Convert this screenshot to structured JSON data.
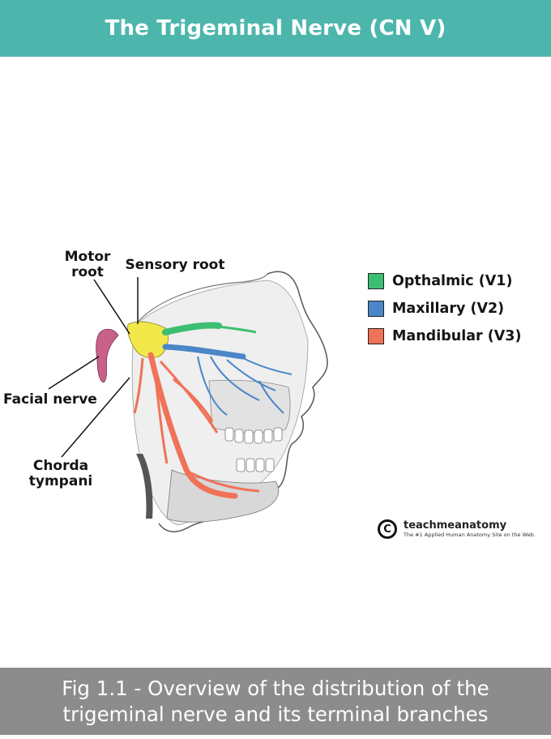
{
  "header": {
    "title": "The Trigeminal Nerve (CN V)"
  },
  "labels": {
    "motor_root": "Motor root",
    "sensory_root": "Sensory root",
    "facial_nerve": "Facial nerve",
    "chorda_tympani": "Chorda tympani"
  },
  "legend": [
    {
      "label": "Opthalmic (V1)",
      "color": "#3dbf73"
    },
    {
      "label": "Maxillary (V2)",
      "color": "#4a86c8"
    },
    {
      "label": "Mandibular (V3)",
      "color": "#f07258"
    }
  ],
  "branding": {
    "name": "teachmeanatomy",
    "tagline": "The #1 Applied Human Anatomy Site on the Web."
  },
  "caption": {
    "line1": "Fig 1.1 - Overview of the distribution of the",
    "line2": "trigeminal nerve and its terminal branches"
  },
  "colors": {
    "header_bg": "#4db6ac",
    "footer_bg": "#8c8c8c",
    "ganglion": "#f2e84a",
    "facial_nerve": "#c8618a"
  }
}
